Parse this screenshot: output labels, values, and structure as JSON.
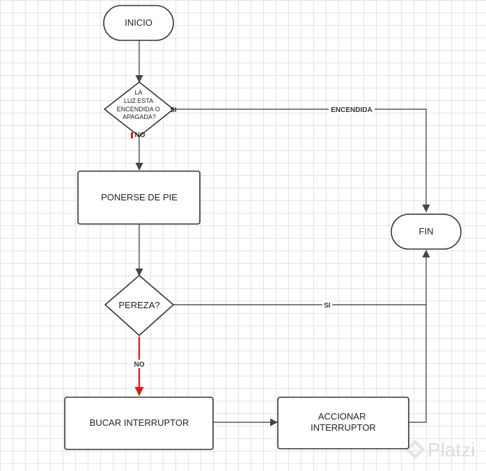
{
  "flowchart": {
    "nodes": {
      "inicio": "INICIO",
      "decision_luz": [
        "LA",
        "LUZ ESTA",
        "ENCENDIDA O",
        "APAGADA?"
      ],
      "ponerse_de_pie": "PONERSE DE PIE",
      "pereza": "PEREZA?",
      "buscar_interruptor": "BUCAR INTERRUPTOR",
      "accionar_interruptor": [
        "ACCIONAR",
        "INTERRUPTOR"
      ],
      "fin": "FIN"
    },
    "labels": {
      "luz_si": "SI",
      "luz_no": "NO",
      "encendida": "ENCENDIDA",
      "pereza_si": "SI",
      "pereza_no": "NO"
    },
    "colors": {
      "stroke": "#333333",
      "connector": "#555555",
      "highlight": "#d81e1e",
      "grid": "#e4e4e4"
    }
  },
  "watermark": {
    "text": "Platzi",
    "icon": "platzi-logo-icon"
  }
}
